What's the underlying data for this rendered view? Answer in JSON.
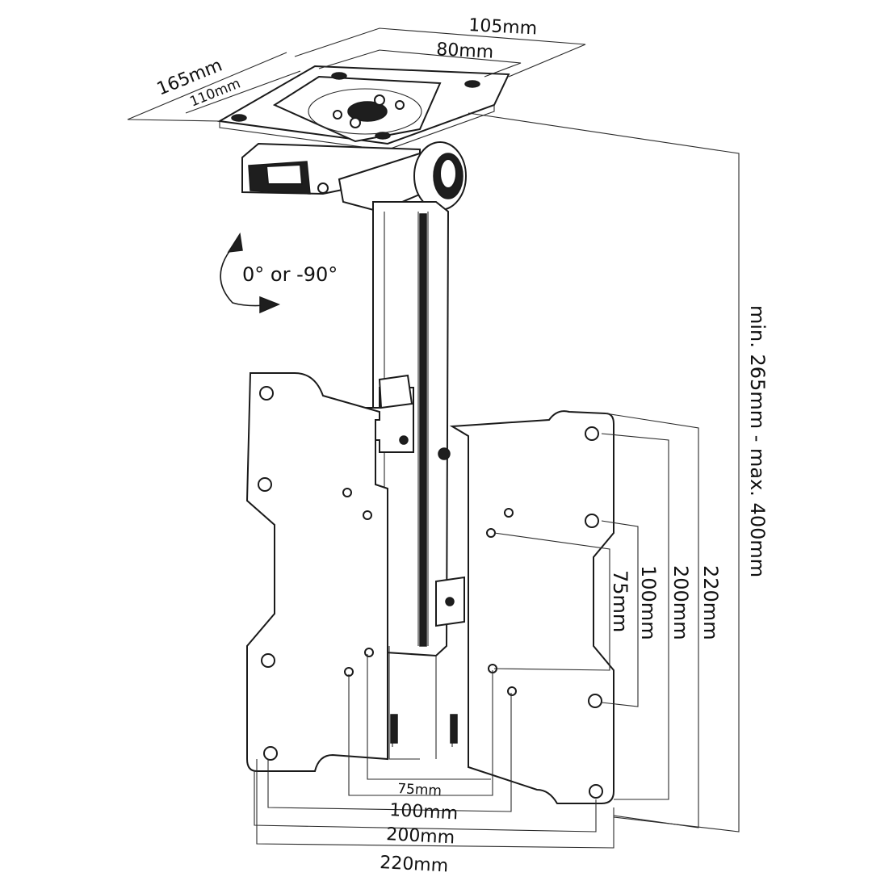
{
  "labels": {
    "top_width": "105mm",
    "top_hole_width": "80mm",
    "top_depth": "165mm",
    "top_hole_depth": "110mm",
    "tilt": "0° or -90°",
    "drop_height": "min. 265mm - max. 400mm",
    "vesa_h_75": "75mm",
    "vesa_h_100": "100mm",
    "vesa_h_200": "200mm",
    "vesa_h_220": "220mm",
    "vesa_v_75": "75mm",
    "vesa_v_100": "100mm",
    "vesa_v_200": "200mm",
    "vesa_v_220": "220mm"
  },
  "colors": {
    "line": "#1a1a1a",
    "fill": "#ffffff",
    "dark": "#1e1e1e"
  }
}
